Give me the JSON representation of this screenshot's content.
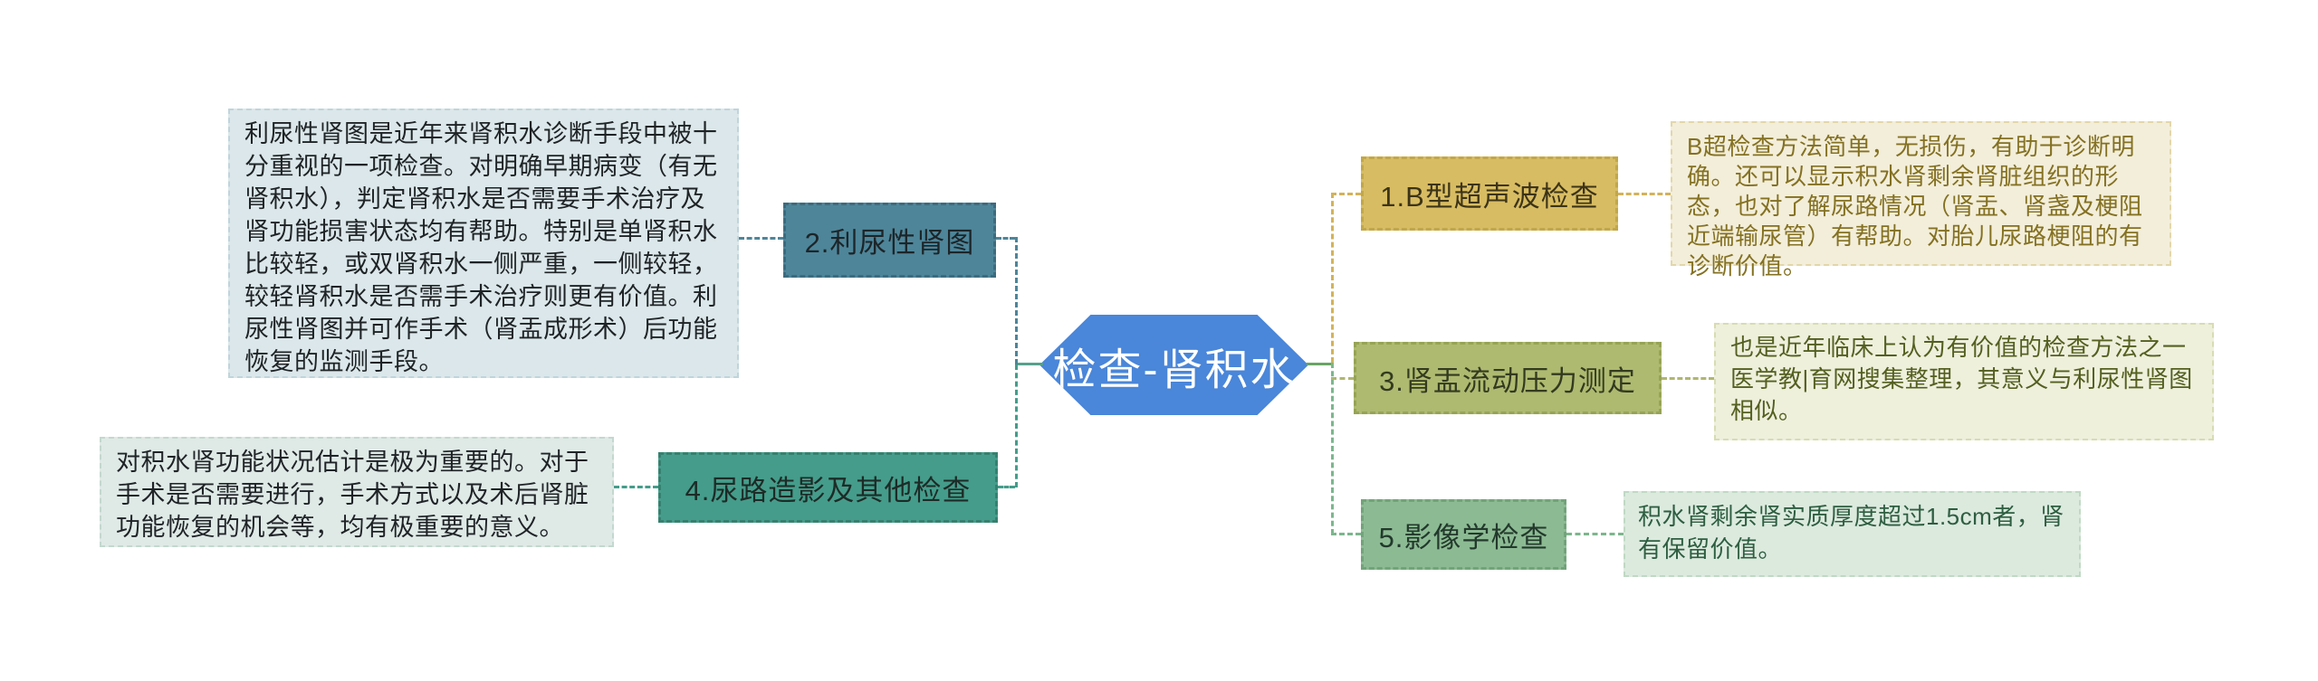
{
  "center": {
    "label": "检查-肾积水",
    "color": "#4a86d9",
    "text_color": "#ffffff"
  },
  "connectors": {
    "left_solid": "#55a28b",
    "right_solid": "#68a562"
  },
  "branches": [
    {
      "label": "1.B型超声波检查",
      "node_color": "#d8bc63",
      "node_border": "#c2a748",
      "node_text_color": "#3c3417",
      "connector_color": "#d2b35a",
      "note_text": "B超检查方法简单，无损伤，有助于诊断明确。还可以显示积水肾剩余肾脏组织的形态，也对了解尿路情况（肾盂、肾盏及梗阻近端输尿管）有帮助。对胎儿尿路梗阻的有诊断价值。",
      "note_bg": "#f3eeda",
      "note_border": "#e2d7aa",
      "note_text_color": "#847122"
    },
    {
      "label": "2.利尿性肾图",
      "node_color": "#4e8599",
      "node_border": "#3d6b7e",
      "node_text_color": "#1c2529",
      "connector_color": "#4e8599",
      "note_text": "利尿性肾图是近年来肾积水诊断手段中被十分重视的一项检查。对明确早期病变（有无肾积水），判定肾积水是否需要手术治疗及肾功能损害状态均有帮助。特别是单肾积水比较轻，或双肾积水一侧严重，一侧较轻，较轻肾积水是否需手术治疗则更有价值。利尿性肾图并可作手术（肾盂成形术）后功能恢复的监测手段。",
      "note_bg": "#dbe7ea",
      "note_border": "#c0d4db",
      "note_text_color": "#1f2326"
    },
    {
      "label": "3.肾盂流动压力测定",
      "node_color": "#aeba70",
      "node_border": "#97a356",
      "node_text_color": "#333a1f",
      "connector_color": "#b0b671",
      "note_text": "也是近年临床上认为有价值的检查方法之一医学教|育网搜集整理，其意义与利尿性肾图相似。",
      "note_bg": "#eef0dc",
      "note_border": "#d8dcb2",
      "note_text_color": "#545f20"
    },
    {
      "label": "4.尿路造影及其他检查",
      "node_color": "#459c8a",
      "node_border": "#35816f",
      "node_text_color": "#1d2b27",
      "connector_color": "#459c8a",
      "note_text": "对积水肾功能状况估计是极为重要的。对于手术是否需要进行，手术方式以及术后肾脏功能恢复的机会等，均有极重要的意义。",
      "note_bg": "#dfe9e6",
      "note_border": "#c3d8cf",
      "note_text_color": "#1f2326"
    },
    {
      "label": "5.影像学检查",
      "node_color": "#8cbb93",
      "node_border": "#72a37a",
      "node_text_color": "#23392c",
      "connector_color": "#7cb68d",
      "note_text": "积水肾剩余肾实质厚度超过1.5cm者，肾有保留价值。",
      "note_bg": "#dceade",
      "note_border": "#c0d9c4",
      "note_text_color": "#2e5e41"
    }
  ]
}
